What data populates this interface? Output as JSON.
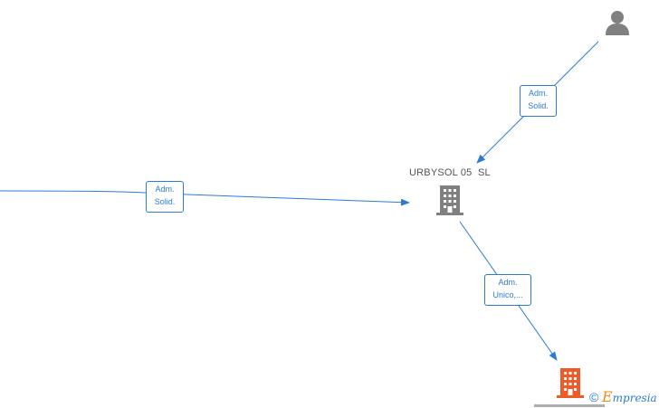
{
  "colors": {
    "edge": "#2b7bd6",
    "building_gray": "#808080",
    "building_orange": "#f05a28",
    "person_gray": "#808080"
  },
  "nodes": {
    "center": {
      "name": "URBYSOL 05  SL",
      "icon": "building-icon"
    },
    "top_right": {
      "icon": "person-icon"
    },
    "bottom_right": {
      "icon": "building-icon"
    }
  },
  "edges": {
    "left": {
      "line1": "Adm.",
      "line2": "Solid."
    },
    "top": {
      "line1": "Adm.",
      "line2": "Solid."
    },
    "bottom": {
      "line1": "Adm.",
      "line2": "Unico,..."
    }
  },
  "watermark": {
    "copyright": "©",
    "brand_initial": "E",
    "brand_rest": "mpresia"
  }
}
